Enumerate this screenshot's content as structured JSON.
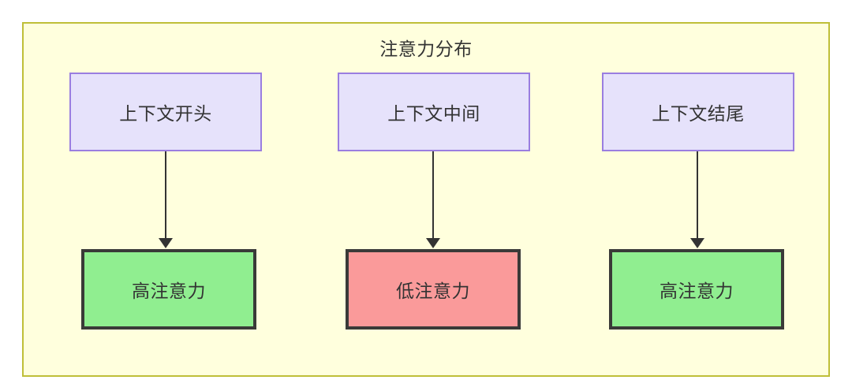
{
  "diagram": {
    "title": "注意力分布",
    "container": {
      "fill": "#ffffdd",
      "stroke": "#bfbf38"
    },
    "columns": [
      {
        "id": "start",
        "context": {
          "label": "上下文开头",
          "fill": "#e6e2fb",
          "stroke": "#9a7ee0"
        },
        "result": {
          "label": "高注意力",
          "fill": "#90ee90",
          "stroke": "#3a3a38"
        },
        "edge": {
          "type": "arrow-down"
        }
      },
      {
        "id": "middle",
        "context": {
          "label": "上下文中间",
          "fill": "#e6e2fb",
          "stroke": "#9a7ee0"
        },
        "result": {
          "label": "低注意力",
          "fill": "#fa9a9a",
          "stroke": "#3a3a38"
        },
        "edge": {
          "type": "arrow-down"
        }
      },
      {
        "id": "end",
        "context": {
          "label": "上下文结尾",
          "fill": "#e6e2fb",
          "stroke": "#9a7ee0"
        },
        "result": {
          "label": "高注意力",
          "fill": "#90ee90",
          "stroke": "#3a3a38"
        },
        "edge": {
          "type": "arrow-down"
        }
      }
    ]
  }
}
